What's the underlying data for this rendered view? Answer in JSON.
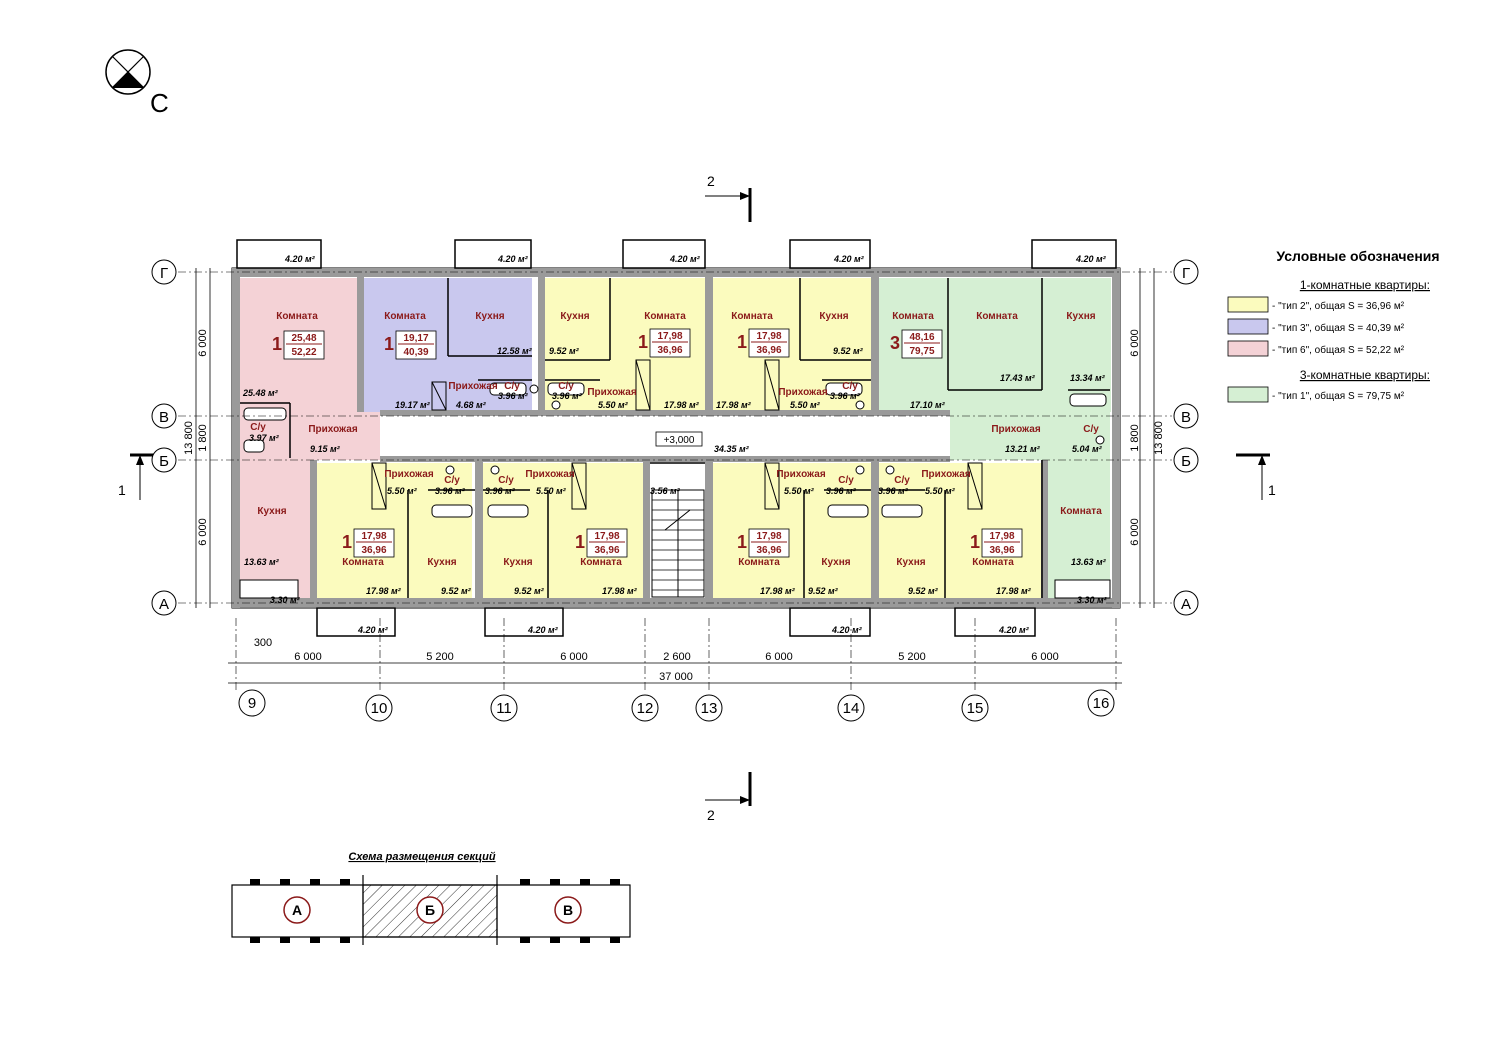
{
  "colors": {
    "type2": "#fbfbbe",
    "type3": "#c9c8ee",
    "type6": "#f4d2d6",
    "type1": "#d5efd3",
    "wall": "#9a9a9a",
    "label": "#8b1a1a"
  },
  "compass": {
    "letter": "С"
  },
  "section_marks": {
    "s1": "1",
    "s2": "2"
  },
  "axes": {
    "rows": {
      "g": "Г",
      "v": "В",
      "b": "Б",
      "a": "А"
    },
    "cols": {
      "c9": "9",
      "c10": "10",
      "c11": "11",
      "c12": "12",
      "c13": "13",
      "c14": "14",
      "c15": "15",
      "c16": "16"
    }
  },
  "dims": {
    "d6000": "6 000",
    "d5200": "5 200",
    "d2600": "2 600",
    "d37000": "37 000",
    "d300": "300",
    "d1800": "1 800",
    "d13800": "13 800",
    "level": "+3,000"
  },
  "rooms": {
    "komnata": "Комната",
    "kuhnya": "Кухня",
    "prihozhaya": "Прихожая",
    "su": "С/у"
  },
  "areas": {
    "balcony": "4.20 м²",
    "b330": "3.30 м²",
    "a2548": "25.48 м²",
    "a1917": "19.17 м²",
    "a1258": "12.58 м²",
    "a468": "4.68 м²",
    "a396": "3.96 м²",
    "a952": "9.52 м²",
    "a550": "5.50 м²",
    "a1798": "17.98 м²",
    "a1710": "17.10 м²",
    "a1743": "17.43 м²",
    "a1334": "13.34 м²",
    "a397": "3.97 м²",
    "a915": "9.15 м²",
    "a3435": "34.35 м²",
    "a1321": "13.21 м²",
    "a504": "5.04 м²",
    "a1363": "13.63 м²",
    "a356": "3.56 м²"
  },
  "apartments": {
    "t6": {
      "rooms": "1",
      "living": "25,48",
      "total": "52,22"
    },
    "t3": {
      "rooms": "1",
      "living": "19,17",
      "total": "40,39"
    },
    "t2": {
      "rooms": "1",
      "living": "17,98",
      "total": "36,96"
    },
    "t1": {
      "rooms": "3",
      "living": "48,16",
      "total": "79,75"
    }
  },
  "legend": {
    "title": "Условные обозначения",
    "h1": "1-комнатные квартиры:",
    "h3": "3-комнатные квартиры:",
    "items": [
      {
        "text": "- \"тип 2\", общая S = 36,96 м²",
        "color": "#fbfbbe"
      },
      {
        "text": "- \"тип 3\", общая S = 40,39 м²",
        "color": "#c9c8ee"
      },
      {
        "text": "- \"тип 6\", общая S = 52,22 м²",
        "color": "#f4d2d6"
      },
      {
        "text": "- \"тип 1\", общая S = 79,75 м²",
        "color": "#d5efd3"
      }
    ]
  },
  "scheme": {
    "title": "Схема размещения секций",
    "a": "А",
    "b": "Б",
    "v": "В"
  }
}
